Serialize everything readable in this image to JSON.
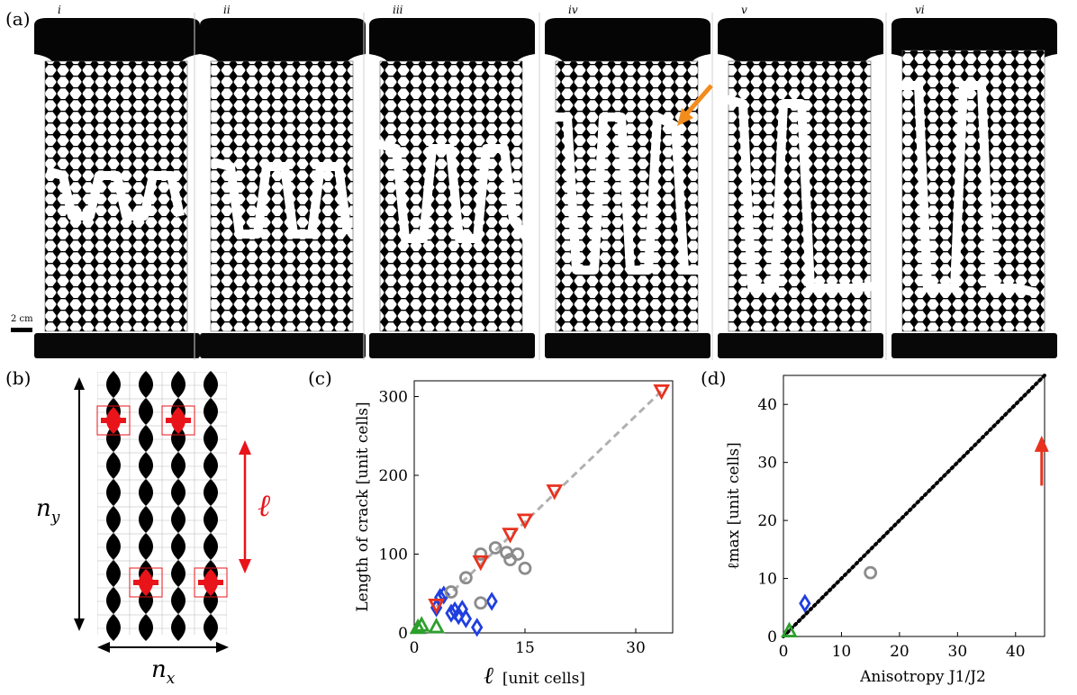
{
  "panel_a": {
    "label": "(a)",
    "frames": [
      "i",
      "ii",
      "iii",
      "iv",
      "v",
      "vi"
    ],
    "scale_bar_label": "2 cm",
    "arrow_color": "#f28c1c"
  },
  "panel_b": {
    "label": "(b)",
    "ny_symbol": "n",
    "ny_sub": "y",
    "nx_symbol": "n",
    "nx_sub": "x",
    "ell_symbol": "ℓ",
    "highlight_color": "#e8141a"
  },
  "chart_data": [
    {
      "panel": "(c)",
      "type": "scatter",
      "xlabel_symbol": "ℓ",
      "xlabel_text": "[unit cells]",
      "ylabel": "Length of crack [unit cells]",
      "xlim": [
        0,
        35
      ],
      "ylim": [
        0,
        320
      ],
      "xticks": [
        "0",
        "15",
        "30"
      ],
      "yticks": [
        "0",
        "100",
        "200",
        "300"
      ],
      "xtick_values": [
        0,
        15,
        30
      ],
      "ytick_values": [
        0,
        100,
        200,
        300
      ],
      "trend_line": {
        "x": [
          3,
          33.5
        ],
        "y": [
          33,
          307
        ],
        "style": "dashed",
        "color": "#b0b0b0"
      },
      "series": [
        {
          "marker": "triangle-up",
          "color": "#2ca02c",
          "points": [
            [
              0.5,
              7
            ],
            [
              1,
              10
            ],
            [
              3,
              8
            ]
          ]
        },
        {
          "marker": "diamond",
          "color": "#1f3fe0",
          "points": [
            [
              3,
              32
            ],
            [
              3.5,
              45
            ],
            [
              4,
              48
            ],
            [
              5,
              25
            ],
            [
              5.5,
              28
            ],
            [
              6,
              22
            ],
            [
              6.5,
              30
            ],
            [
              7,
              18
            ],
            [
              8.5,
              7
            ],
            [
              10.5,
              40
            ]
          ]
        },
        {
          "marker": "circle",
          "color": "#8c8c8c",
          "points": [
            [
              5,
              52
            ],
            [
              7,
              70
            ],
            [
              9,
              100
            ],
            [
              9,
              38
            ],
            [
              11,
              108
            ],
            [
              12.5,
              102
            ],
            [
              13,
              93
            ],
            [
              14,
              100
            ],
            [
              15,
              82
            ]
          ]
        },
        {
          "marker": "triangle-down",
          "color": "#e8321e",
          "points": [
            [
              3,
              35
            ],
            [
              9,
              90
            ],
            [
              13,
              125
            ],
            [
              15,
              143
            ],
            [
              19,
              180
            ],
            [
              33.5,
              307
            ]
          ]
        }
      ]
    },
    {
      "panel": "(d)",
      "type": "scatter",
      "xlabel": "Anisotropy J1/J2",
      "ylabel": "ℓmax [unit cells]",
      "xlim": [
        0,
        45
      ],
      "ylim": [
        0,
        45
      ],
      "xticks": [
        "0",
        "10",
        "20",
        "30",
        "40"
      ],
      "yticks": [
        "0",
        "10",
        "20",
        "30",
        "40"
      ],
      "xtick_values": [
        0,
        10,
        20,
        30,
        40
      ],
      "ytick_values": [
        0,
        10,
        20,
        30,
        40
      ],
      "trend_line": {
        "x": [
          0,
          45
        ],
        "y": [
          0,
          45
        ],
        "style": "dotted",
        "color": "#000000"
      },
      "series": [
        {
          "marker": "triangle-up",
          "color": "#2ca02c",
          "points": [
            [
              1,
              1
            ]
          ]
        },
        {
          "marker": "diamond",
          "color": "#1f3fe0",
          "points": [
            [
              3.7,
              5.7
            ]
          ]
        },
        {
          "marker": "circle",
          "color": "#8c8c8c",
          "points": [
            [
              15,
              11
            ]
          ]
        }
      ],
      "arrow": {
        "x": 44.5,
        "y_from": 26,
        "y_to": 34,
        "color": "#e8321e"
      }
    }
  ]
}
